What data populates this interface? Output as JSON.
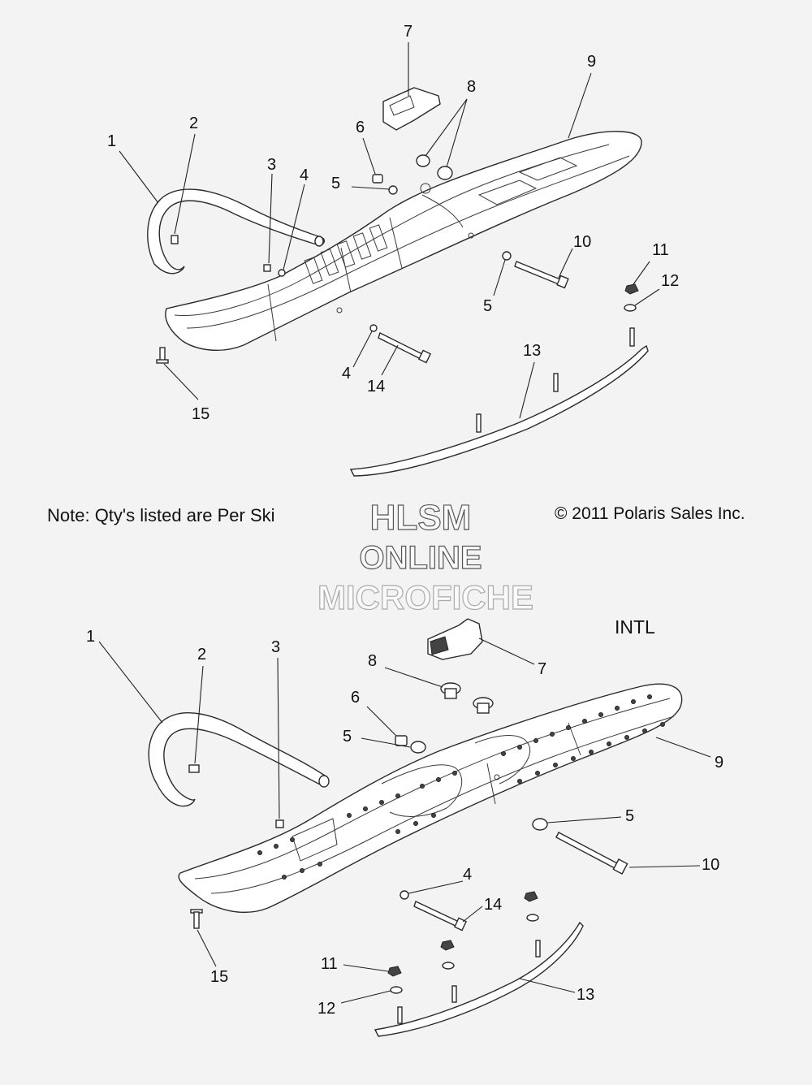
{
  "note_text": "Note: Qty's listed are Per Ski",
  "copyright_text": "© 2011 Polaris Sales Inc.",
  "watermark": {
    "line1": "HLSM",
    "line2": "ONLINE",
    "line3": "MICROFICHE"
  },
  "intl_label": "INTL",
  "top_callouts": {
    "c1": "1",
    "c2": "2",
    "c3": "3",
    "c4a": "4",
    "c4b": "4",
    "c5a": "5",
    "c5b": "5",
    "c6": "6",
    "c7": "7",
    "c8": "8",
    "c9": "9",
    "c10": "10",
    "c11": "11",
    "c12": "12",
    "c13": "13",
    "c14": "14",
    "c15": "15"
  },
  "bottom_callouts": {
    "c1": "1",
    "c2": "2",
    "c3": "3",
    "c4": "4",
    "c5a": "5",
    "c5b": "5",
    "c6": "6",
    "c7": "7",
    "c8": "8",
    "c9": "9",
    "c10": "10",
    "c11": "11",
    "c12": "12",
    "c13": "13",
    "c14": "14",
    "c15": "15"
  }
}
